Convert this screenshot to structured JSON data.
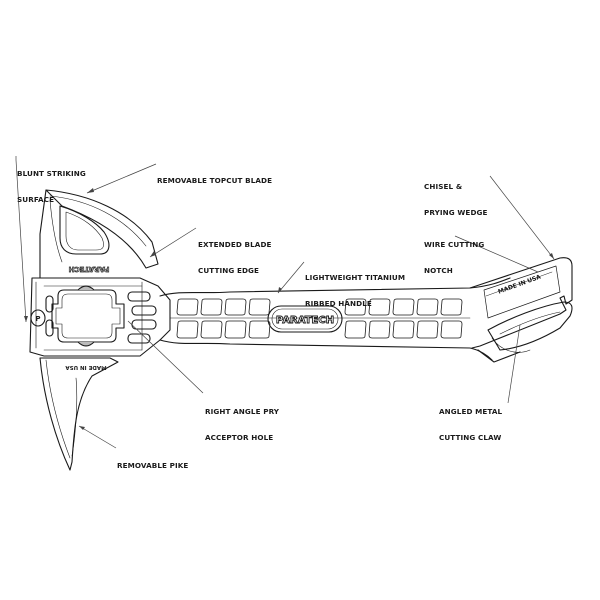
{
  "diagram": {
    "subject": "Paratech rescue tool (halligan-style) — labeled line drawing",
    "brand_marks": {
      "handle_logo": "PARATECH",
      "head_logo": "PARATECH",
      "claw_stamp": "MADE IN USA",
      "head_stamp_mirrored": "MADE IN USA",
      "badge_letter": "P"
    },
    "colors": {
      "ink": "#1a1a1a",
      "background": "#ffffff",
      "leader": "#444444"
    },
    "callouts": [
      {
        "id": "blunt-striking-surface",
        "lines": [
          "BLUNT STRIKING",
          "SURFACE"
        ]
      },
      {
        "id": "removable-topcut-blade",
        "lines": [
          "REMOVABLE TOPCUT BLADE"
        ]
      },
      {
        "id": "extended-blade-cutting-edge",
        "lines": [
          "EXTENDED BLADE",
          "CUTTING EDGE"
        ]
      },
      {
        "id": "lightweight-titanium-ribbed-handle",
        "lines": [
          "LIGHTWEIGHT TITANIUM",
          "RIBBED HANDLE"
        ]
      },
      {
        "id": "chisel-prying-wedge",
        "lines": [
          "CHISEL &",
          "PRYING WEDGE"
        ]
      },
      {
        "id": "wire-cutting-notch",
        "lines": [
          "WIRE CUTTING",
          "NOTCH"
        ]
      },
      {
        "id": "right-angle-pry-acceptor-hole",
        "lines": [
          "RIGHT ANGLE PRY",
          "ACCEPTOR HOLE"
        ]
      },
      {
        "id": "angled-metal-cutting-claw",
        "lines": [
          "ANGLED METAL",
          "CUTTING CLAW"
        ]
      },
      {
        "id": "removable-pike",
        "lines": [
          "REMOVABLE PIKE"
        ]
      }
    ]
  }
}
